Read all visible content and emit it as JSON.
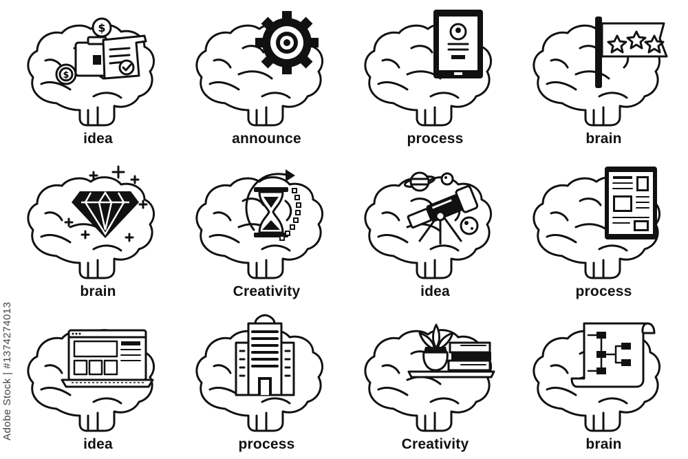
{
  "side_id": "Adobe Stock | #1374274013",
  "icons": [
    {
      "label": "idea",
      "icon": "business-briefcase-money-icon"
    },
    {
      "label": "announce",
      "icon": "gear-icon"
    },
    {
      "label": "process",
      "icon": "tablet-profile-icon"
    },
    {
      "label": "brain",
      "icon": "star-flag-icon"
    },
    {
      "label": "brain",
      "icon": "diamond-icon"
    },
    {
      "label": "Creativity",
      "icon": "hourglass-icon"
    },
    {
      "label": "idea",
      "icon": "telescope-planets-icon"
    },
    {
      "label": "process",
      "icon": "ebook-tablet-icon"
    },
    {
      "label": "idea",
      "icon": "laptop-website-icon"
    },
    {
      "label": "process",
      "icon": "office-building-icon"
    },
    {
      "label": "Creativity",
      "icon": "plant-books-icon"
    },
    {
      "label": "brain",
      "icon": "flowchart-scroll-icon"
    }
  ]
}
